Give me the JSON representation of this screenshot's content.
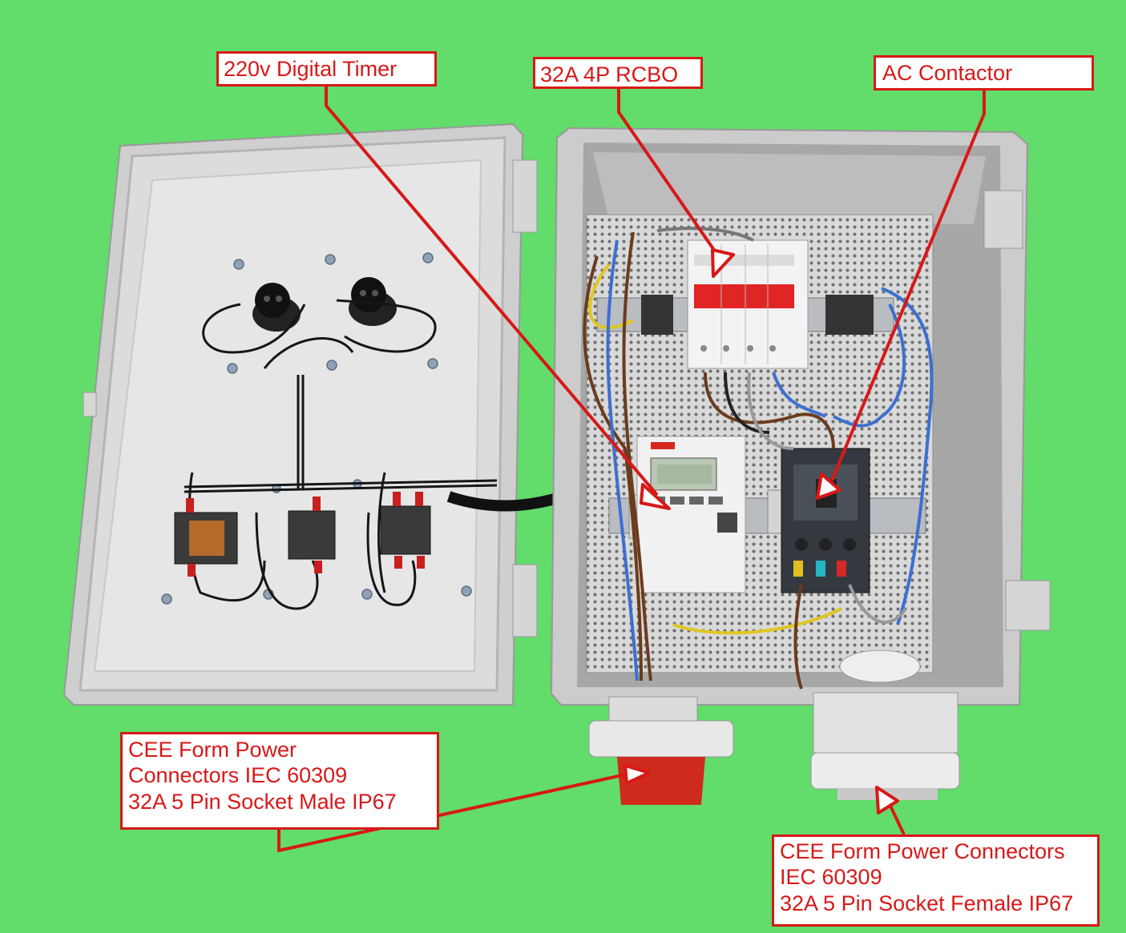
{
  "background_color": "#62dc6a",
  "accent_color": "#d81818",
  "callouts": {
    "timer": "220v Digital Timer",
    "rcbo": "32A 4P RCBO",
    "contactor": "AC Contactor",
    "male_socket": {
      "line1": "CEE Form Power",
      "line2": "Connectors IEC 60309",
      "line3": "32A 5 Pin Socket Male IP67"
    },
    "female_socket": {
      "line1": "CEE Form Power Connectors",
      "line2": "IEC 60309",
      "line3": "32A 5 Pin Socket Female IP67"
    }
  }
}
